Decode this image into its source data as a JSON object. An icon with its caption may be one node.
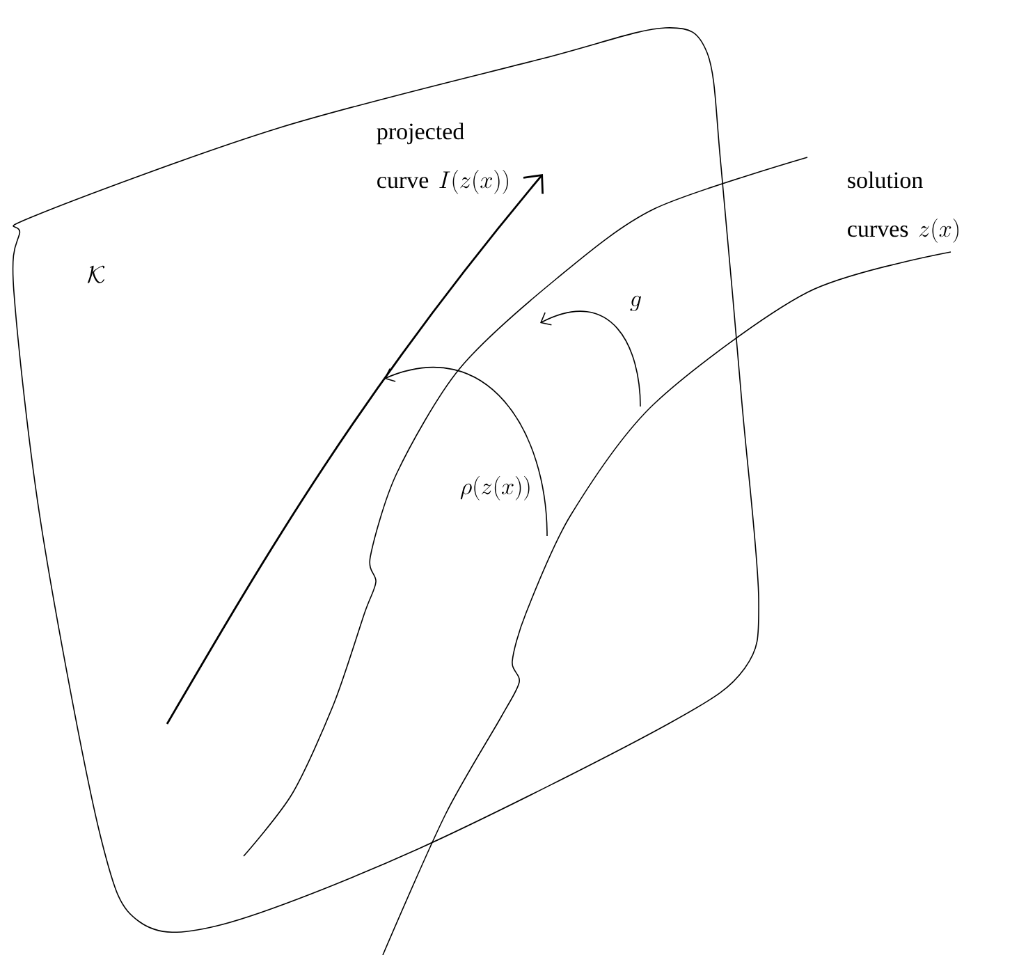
{
  "diagram": {
    "labels": [
      "projected",
      "curve",
      "I(z(x))",
      "solution",
      "curves",
      "z(x)",
      "\\mathcal{K}",
      "g",
      "\\rho(z(x))"
    ]
  }
}
